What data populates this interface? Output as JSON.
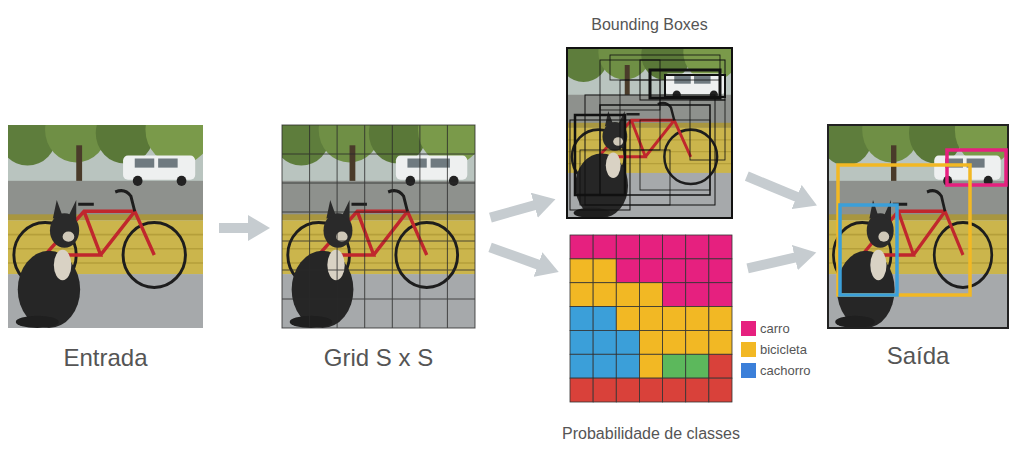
{
  "diagram": {
    "nodes": [
      {
        "text": [
          "Entrada"
        ]
      },
      {
        "text": [
          "Grid S x S"
        ]
      },
      {
        "text": [
          "Bounding Boxes"
        ]
      },
      {
        "text": [
          "Probabilidade de classes"
        ]
      },
      {
        "text": [
          "Saída"
        ]
      }
    ],
    "edges": [
      {
        "from": 0,
        "to": 1,
        "arrow": "to"
      },
      {
        "from": 1,
        "to": 2,
        "arrow": "to"
      },
      {
        "from": 1,
        "to": 3,
        "arrow": "to"
      },
      {
        "from": 2,
        "to": 4,
        "arrow": "to"
      },
      {
        "from": 3,
        "to": 4,
        "arrow": "to"
      }
    ],
    "legend": [
      {
        "text": "carro",
        "color": "#e6207f"
      },
      {
        "text": "bicicleta",
        "color": "#f2b824"
      },
      {
        "text": "cachorro",
        "color": "#3b7fd9"
      }
    ]
  }
}
